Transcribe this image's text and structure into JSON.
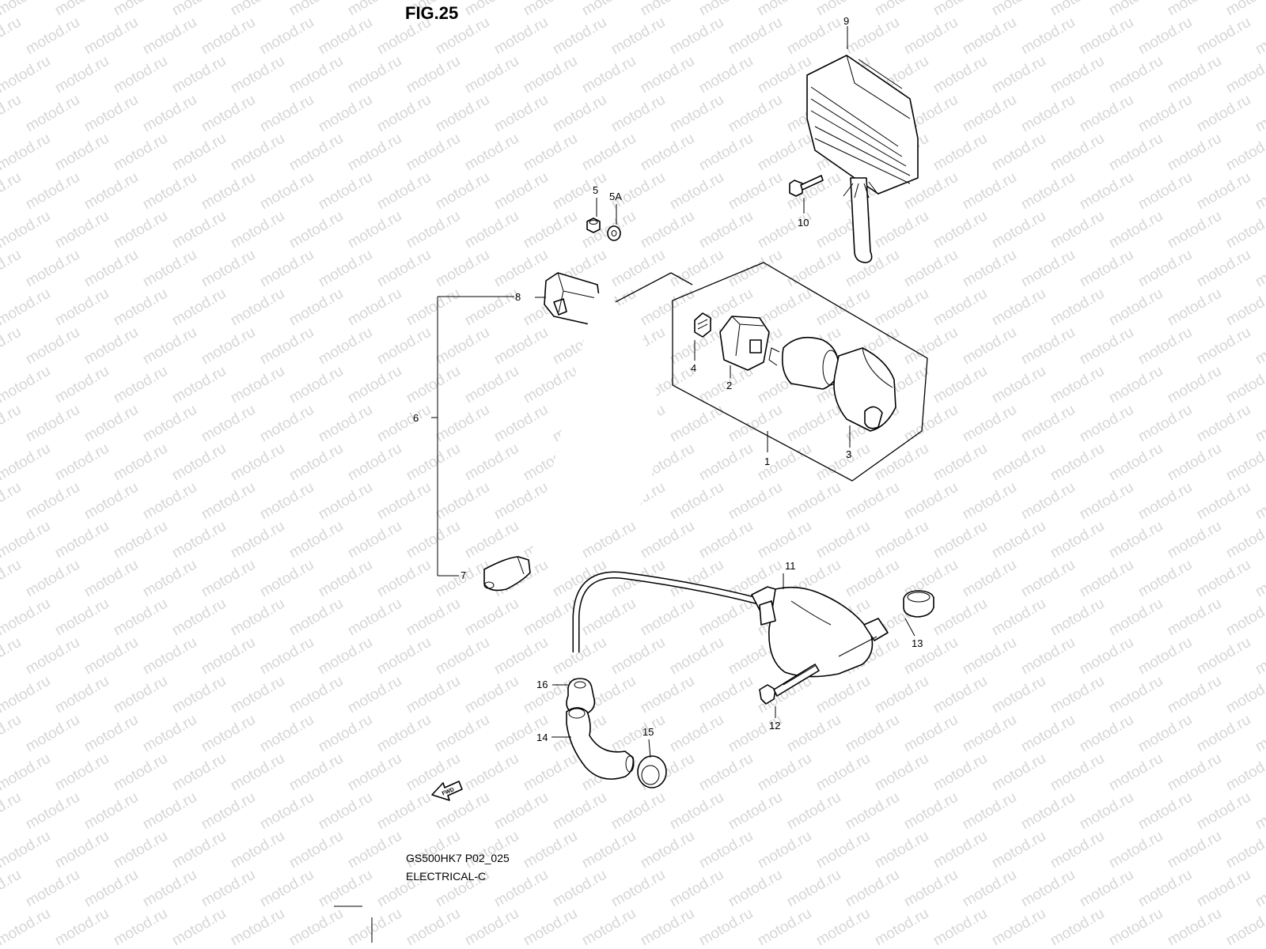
{
  "figure_title": "FIG.25",
  "watermark": "motod.ru",
  "footer": {
    "model_code": "GS500HK7 P02_025",
    "section": "ELECTRICAL-C"
  },
  "fwd_label": "FWD",
  "callouts": {
    "c1": "1",
    "c2": "2",
    "c3": "3",
    "c4": "4",
    "c5": "5",
    "c5a": "5A",
    "c6": "6",
    "c7": "7",
    "c8": "8",
    "c9": "9",
    "c10": "10",
    "c11": "11",
    "c12": "12",
    "c13": "13",
    "c14": "14",
    "c15": "15",
    "c16": "16"
  }
}
